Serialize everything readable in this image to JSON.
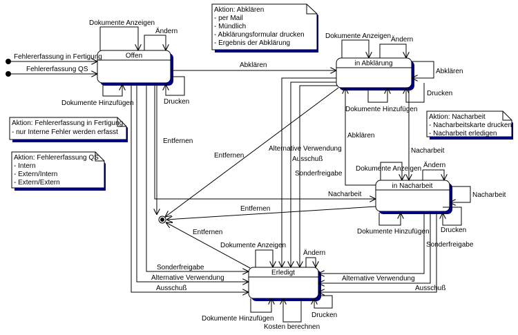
{
  "diagram": {
    "type": "UML state diagram",
    "states": {
      "offen": {
        "name": "Offen"
      },
      "abklaerung": {
        "name": "in Abklärung"
      },
      "nacharbeit": {
        "name": "in Nacharbeit"
      },
      "erledigt": {
        "name": "Erledigt"
      }
    },
    "initial_transitions": [
      {
        "label": "Fehlererfassung in Fertigung",
        "target": "Offen"
      },
      {
        "label": "Fehlererfassung QS",
        "target": "Offen"
      }
    ],
    "notes": [
      {
        "title": "Aktion: Abklären",
        "lines": [
          "- per Mail",
          "- Mündlich",
          "- Abklärungsformular drucken",
          "- Ergebnis der Abklärung"
        ]
      },
      {
        "title": "Aktion: Nacharbeit",
        "lines": [
          "- Nacharbeitskarte drucken",
          "- Nacharbeit erledigen"
        ]
      },
      {
        "title": "Aktion: Fehlererfassung in Fertigung",
        "lines": [
          "- nur Interne Fehler werden erfasst"
        ]
      },
      {
        "title": "Aktion: Fehlererfassung QS",
        "lines": [
          "- Intern",
          "- Extern/Intern",
          "- Extern/Extern"
        ]
      }
    ],
    "labels": {
      "offen_dok_anzeigen": "Dokumente Anzeigen",
      "offen_aendern": "Ändern",
      "offen_dok_hinzufuegen": "Dokumente Hinzufügen",
      "offen_drucken": "Drucken",
      "offen_entfernen": "Entfernen",
      "offen_abklaeren": "Abklären",
      "abk_dok_anzeigen": "Dokumente Anzeigen",
      "abk_aendern": "Ändern",
      "abk_abklaeren": "Abklären",
      "abk_drucken": "Drucken",
      "abk_dok_hinzufuegen": "Dokumente Hinzufügen",
      "abk_entfernen": "Entfernen",
      "abk_alt_verwendung": "Alternative Verwendung",
      "abk_ausschuss": "Ausschuß",
      "abk_sonderfreigabe": "Sonderfreigabe",
      "abk_nacharbeit": "Nacharbeit",
      "nach_abklaeren": "Abklären",
      "nach_dok_anzeigen": "Dokumente Anzeigen",
      "nach_aendern": "Ändern",
      "nach_nacharbeit": "Nacharbeit",
      "nach_dok_hinzufuegen": "Dokumente Hinzufügen",
      "nach_drucken": "Drucken",
      "nach_entfernen": "Entfernen",
      "offen_nacharbeit": "Nacharbeit",
      "nach_sonderfreigabe": "Sonderfreigabe",
      "nach_alt_verwendung": "Alternative Verwendung",
      "nach_ausschuss": "Ausschuß",
      "erl_entfernen": "Entfernen",
      "erl_dok_anzeigen": "Dokumente Anzeigen",
      "erl_aendern": "Ändern",
      "offen_sonderfreigabe": "Sonderfreigabe",
      "offen_alt_verwendung": "Alternative Verwendung",
      "offen_ausschuss": "Ausschuß",
      "erl_dok_hinzufuegen": "Dokumente Hinzufügen",
      "erl_kosten": "Kosten berechnen",
      "erl_drucken": "Drucken"
    }
  }
}
